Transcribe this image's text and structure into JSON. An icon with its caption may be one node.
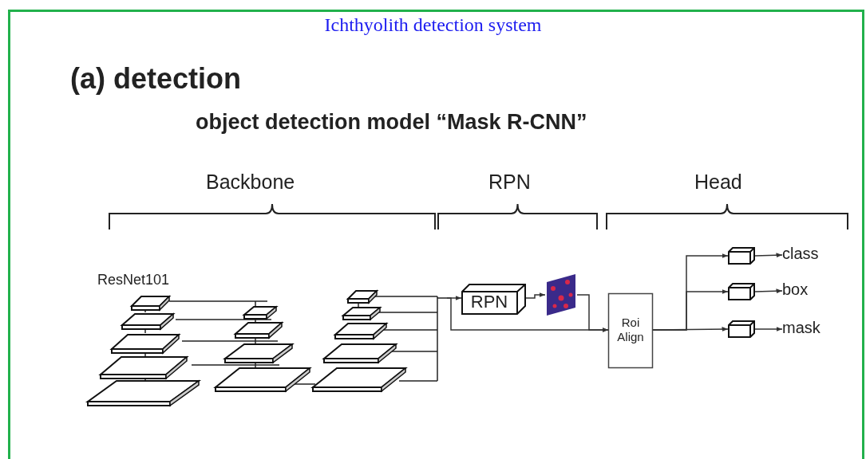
{
  "diagram": {
    "title": "Ichthyolith detection system",
    "nodes": [
      {
        "text": [],
        "shape": "picture",
        "beside": [
          "ResNet101"
        ]
      },
      {
        "text": [
          "RPN"
        ]
      },
      {
        "text": [],
        "shape": "picture"
      },
      {
        "text": [
          "Roi Align"
        ]
      },
      {
        "text": [],
        "shape": "box"
      },
      {
        "text": [],
        "shape": "box"
      },
      {
        "text": [],
        "shape": "box"
      },
      {
        "text": [
          "class"
        ]
      },
      {
        "text": [
          "box"
        ]
      },
      {
        "text": [
          "mask"
        ]
      }
    ],
    "edges": [
      {
        "from": 0,
        "to": 1,
        "arrow": "to"
      },
      {
        "from": 0,
        "to": 3,
        "arrow": "to"
      },
      {
        "from": 1,
        "to": 2,
        "arrow": "to"
      },
      {
        "from": 2,
        "to": 3,
        "arrow": "to"
      },
      {
        "from": 3,
        "to": 4,
        "arrow": "to"
      },
      {
        "from": 3,
        "to": 5,
        "arrow": "to"
      },
      {
        "from": 3,
        "to": 6,
        "arrow": "to"
      },
      {
        "from": 4,
        "to": 7,
        "arrow": "to"
      },
      {
        "from": 5,
        "to": 8,
        "arrow": "to"
      },
      {
        "from": 6,
        "to": 9,
        "arrow": "to"
      }
    ],
    "labels": [
      "(a) detection",
      "object detection model “Mask R-CNN”",
      "Backbone",
      "RPN",
      "Head"
    ]
  }
}
